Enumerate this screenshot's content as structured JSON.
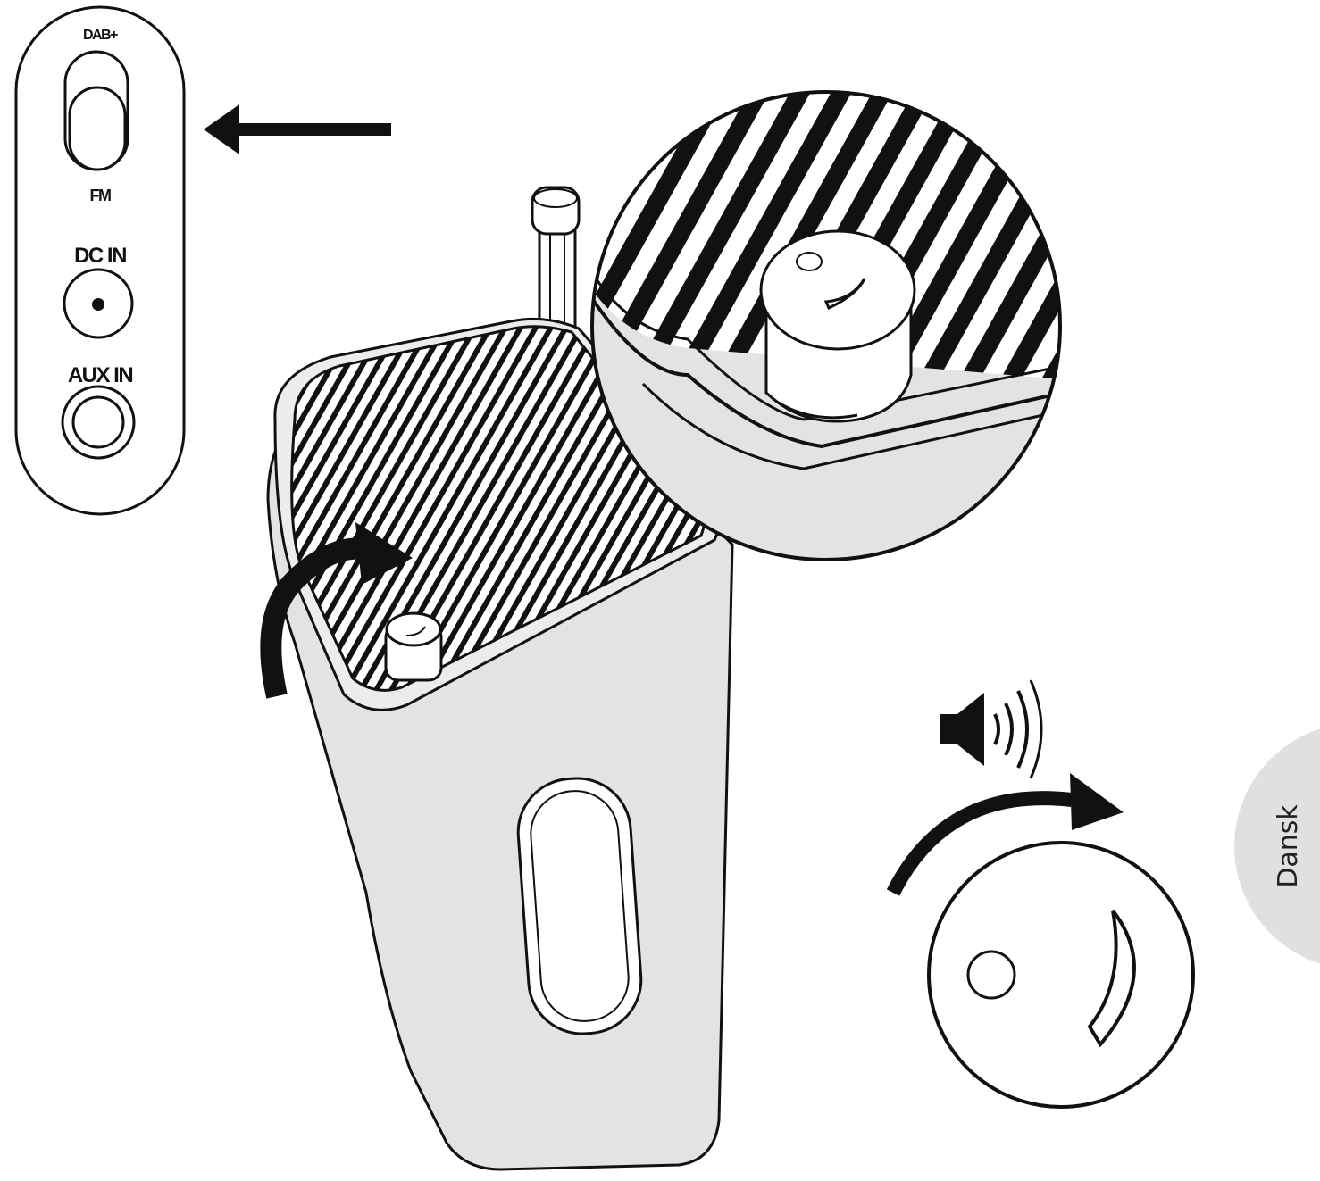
{
  "panel": {
    "dab_label": "DAB+",
    "fm_label": "FM",
    "dc_label": "DC IN",
    "aux_label": "AUX IN"
  },
  "language_tab": {
    "label": "Dansk"
  },
  "colors": {
    "ink": "#111111",
    "body_fill": "#e3e3e3",
    "tab_fill": "#e0e0e0",
    "paper": "#ffffff"
  }
}
